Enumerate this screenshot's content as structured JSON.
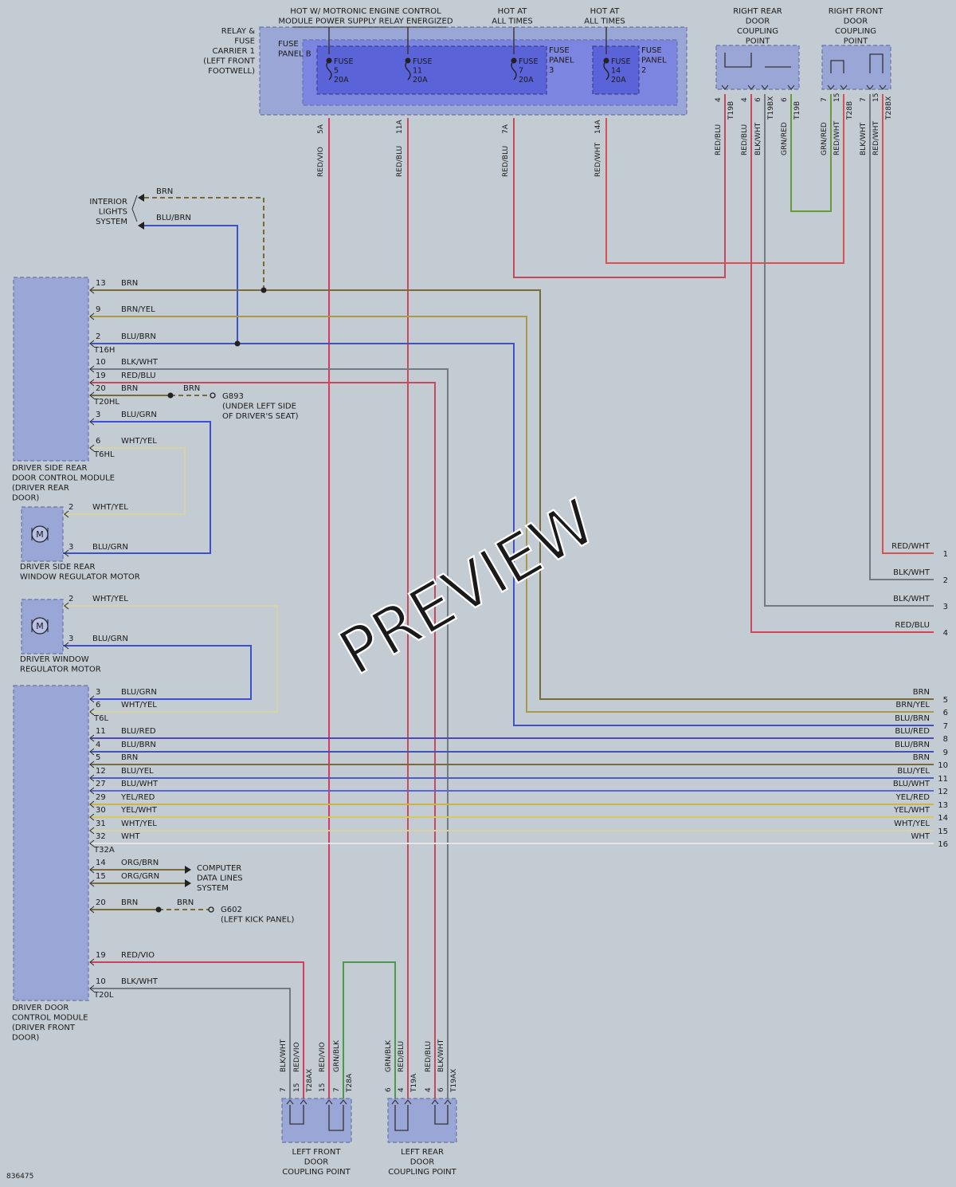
{
  "watermark": "PREVIEW",
  "diagram_id": "836475",
  "colors": {
    "background": "#c3ccd3",
    "module_fill": "#9aa6d6",
    "fuse_fill": "#5b63d8",
    "BRN": "#7a6a3a",
    "BRN_YEL": "#a89a4a",
    "BLU_BRN": "#4250c8",
    "BLU_RED": "#5048b8",
    "BLU_GRN": "#3f4ed0",
    "BLU_YEL": "#4e5ec0",
    "BLU_WHT": "#5a66d8",
    "BLK_WHT": "#737b80",
    "RED_BLU": "#c8485c",
    "RED_VIO": "#d83a5e",
    "RED_WHT": "#d85050",
    "GRN_RED": "#6a9a40",
    "GRN_BLK": "#4a9a4a",
    "WHT_YEL": "#d7d2a8",
    "YEL_RED": "#c8b452",
    "YEL_WHT": "#d4c86a",
    "WHT": "#e5e5e5",
    "ORG": "#7e6a3a"
  },
  "header": {
    "hot_motronic": [
      "HOT W/ MOTRONIC ENGINE CONTROL",
      "MODULE POWER SUPPLY RELAY ENERGIZED"
    ],
    "hot_all_times_1": [
      "HOT AT",
      "ALL TIMES"
    ],
    "hot_all_times_2": [
      "HOT AT",
      "ALL TIMES"
    ],
    "right_rear_coupling": [
      "RIGHT REAR",
      "DOOR",
      "COUPLING",
      "POINT"
    ],
    "right_front_coupling": [
      "RIGHT FRONT",
      "DOOR",
      "COUPLING",
      "POINT"
    ]
  },
  "relay_carrier": [
    "RELAY &",
    "FUSE",
    "CARRIER 1",
    "(LEFT FRONT",
    "FOOTWELL)"
  ],
  "fuse_panel_b": [
    "FUSE",
    "PANEL B"
  ],
  "fuse_panel_3": [
    "FUSE",
    "PANEL",
    "3"
  ],
  "fuse_panel_2": [
    "FUSE",
    "PANEL",
    "2"
  ],
  "fuses": [
    {
      "label": "FUSE",
      "number": "5",
      "rating": "20A",
      "terminal": "5A",
      "wire": "RED/VIO"
    },
    {
      "label": "FUSE",
      "number": "11",
      "rating": "20A",
      "terminal": "11A",
      "wire": "RED/BLU"
    },
    {
      "label": "FUSE",
      "number": "7",
      "rating": "20A",
      "terminal": "7A",
      "wire": "RED/BLU"
    },
    {
      "label": "FUSE",
      "number": "14",
      "rating": "20A",
      "terminal": "14A",
      "wire": "RED/WHT"
    }
  ],
  "right_rear_pins": [
    {
      "pin": "4",
      "conn": "T19B",
      "wire": "RED/BLU"
    },
    {
      "pin": "4",
      "conn": "",
      "wire": "RED/BLU"
    },
    {
      "pin": "6",
      "conn": "T19BX",
      "wire": "BLK/WHT"
    },
    {
      "pin": "6",
      "conn": "T19B",
      "wire": "GRN/RED"
    }
  ],
  "right_front_pins": [
    {
      "pin": "7",
      "conn": "",
      "wire": "GRN/RED"
    },
    {
      "pin": "15",
      "conn": "T28B",
      "wire": "RED/WHT"
    },
    {
      "pin": "7",
      "conn": "",
      "wire": "BLK/WHT"
    },
    {
      "pin": "15",
      "conn": "T28BX",
      "wire": "RED/WHT"
    }
  ],
  "interior_lights": {
    "label": [
      "INTERIOR",
      "LIGHTS",
      "SYSTEM"
    ],
    "wire1": "BRN",
    "wire2": "BLU/BRN"
  },
  "rear_module": {
    "label": [
      "DRIVER SIDE REAR",
      "DOOR CONTROL MODULE",
      "(DRIVER REAR",
      "DOOR)"
    ],
    "pins": [
      {
        "pin": "13",
        "wire": "BRN"
      },
      {
        "pin": "9",
        "wire": "BRN/YEL"
      },
      {
        "pin": "2",
        "wire": "BLU/BRN"
      },
      {
        "pin": "10",
        "wire": "BLK/WHT"
      },
      {
        "pin": "19",
        "wire": "RED/BLU"
      },
      {
        "pin": "20",
        "wire": "BRN"
      },
      {
        "pin": "3",
        "wire": "BLU/GRN"
      },
      {
        "pin": "6",
        "wire": "WHT/YEL"
      }
    ],
    "conn_t16": "T16H",
    "conn_t20": "T20HL",
    "conn_t6": "T6HL"
  },
  "ground_g893": {
    "wire": "BRN",
    "label": [
      "G893",
      "(UNDER LEFT SIDE",
      "OF DRIVER'S SEAT)"
    ]
  },
  "rear_motor": {
    "label": [
      "DRIVER SIDE REAR",
      "WINDOW REGULATOR MOTOR"
    ],
    "pins": [
      {
        "pin": "2",
        "wire": "WHT/YEL"
      },
      {
        "pin": "3",
        "wire": "BLU/GRN"
      }
    ],
    "symbol": "M"
  },
  "front_motor": {
    "label": [
      "DRIVER WINDOW",
      "REGULATOR MOTOR"
    ],
    "pins": [
      {
        "pin": "2",
        "wire": "WHT/YEL"
      },
      {
        "pin": "3",
        "wire": "BLU/GRN"
      }
    ],
    "symbol": "M"
  },
  "front_module": {
    "label": [
      "DRIVER DOOR",
      "CONTROL MODULE",
      "(DRIVER FRONT",
      "DOOR)"
    ],
    "t6_pins": [
      {
        "pin": "3",
        "wire": "BLU/GRN"
      },
      {
        "pin": "6",
        "wire": "WHT/YEL"
      }
    ],
    "conn_t6": "T6L",
    "t32_pins": [
      {
        "pin": "11",
        "wire": "BLU/RED"
      },
      {
        "pin": "4",
        "wire": "BLU/BRN"
      },
      {
        "pin": "5",
        "wire": "BRN"
      },
      {
        "pin": "12",
        "wire": "BLU/YEL"
      },
      {
        "pin": "27",
        "wire": "BLU/WHT"
      },
      {
        "pin": "29",
        "wire": "YEL/RED"
      },
      {
        "pin": "30",
        "wire": "YEL/WHT"
      },
      {
        "pin": "31",
        "wire": "WHT/YEL"
      },
      {
        "pin": "32",
        "wire": "WHT"
      }
    ],
    "conn_t32": "T32A",
    "data_pins": [
      {
        "pin": "14",
        "wire": "ORG/BRN"
      },
      {
        "pin": "15",
        "wire": "ORG/GRN"
      }
    ],
    "data_system": [
      "COMPUTER",
      "DATA LINES",
      "SYSTEM"
    ],
    "ground_pin": {
      "pin": "20",
      "wire": "BRN"
    },
    "ground_wire": "BRN",
    "ground_label": [
      "G602",
      "(LEFT KICK PANEL)"
    ],
    "t20_pins": [
      {
        "pin": "19",
        "wire": "RED/VIO"
      },
      {
        "pin": "10",
        "wire": "BLK/WHT"
      }
    ],
    "conn_t20": "T20L"
  },
  "right_outputs": [
    {
      "wire": "RED/WHT",
      "num": "1"
    },
    {
      "wire": "BLK/WHT",
      "num": "2"
    },
    {
      "wire": "BLK/WHT",
      "num": "3"
    },
    {
      "wire": "RED/BLU",
      "num": "4"
    },
    {
      "wire": "BRN",
      "num": "5"
    },
    {
      "wire": "BRN/YEL",
      "num": "6"
    },
    {
      "wire": "BLU/BRN",
      "num": "7"
    },
    {
      "wire": "BLU/RED",
      "num": "8"
    },
    {
      "wire": "BLU/BRN",
      "num": "9"
    },
    {
      "wire": "BRN",
      "num": "10"
    },
    {
      "wire": "BLU/YEL",
      "num": "11"
    },
    {
      "wire": "BLU/WHT",
      "num": "12"
    },
    {
      "wire": "YEL/RED",
      "num": "13"
    },
    {
      "wire": "YEL/WHT",
      "num": "14"
    },
    {
      "wire": "WHT/YEL",
      "num": "15"
    },
    {
      "wire": "WHT",
      "num": "16"
    }
  ],
  "left_front_coupling": {
    "label": [
      "LEFT FRONT",
      "DOOR",
      "COUPLING POINT"
    ],
    "pins": [
      {
        "pin": "7",
        "conn": "",
        "wire": "BLK/WHT"
      },
      {
        "pin": "15",
        "conn": "T28AX",
        "wire": "RED/VIO"
      },
      {
        "pin": "15",
        "conn": "",
        "wire": "RED/VIO"
      },
      {
        "pin": "7",
        "conn": "T28A",
        "wire": "GRN/BLK"
      }
    ]
  },
  "left_rear_coupling": {
    "label": [
      "LEFT REAR",
      "DOOR",
      "COUPLING POINT"
    ],
    "pins": [
      {
        "pin": "6",
        "conn": "",
        "wire": "GRN/BLK"
      },
      {
        "pin": "4",
        "conn": "T19A",
        "wire": "RED/BLU"
      },
      {
        "pin": "4",
        "conn": "",
        "wire": "RED/BLU"
      },
      {
        "pin": "6",
        "conn": "T19AX",
        "wire": "BLK/WHT"
      }
    ]
  }
}
